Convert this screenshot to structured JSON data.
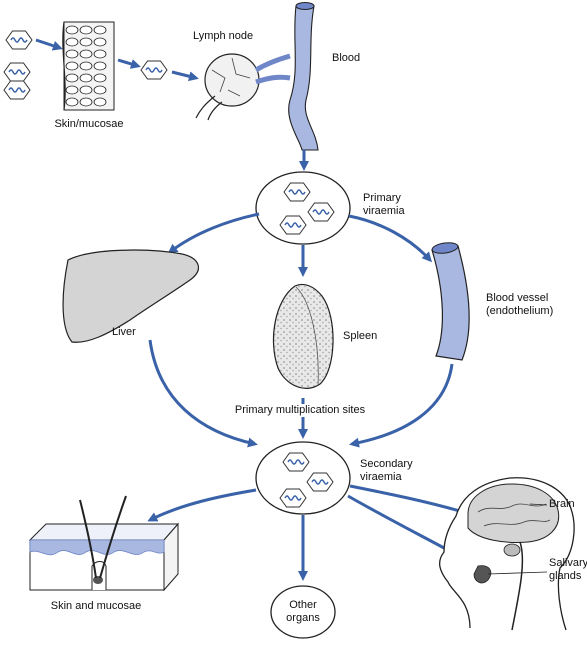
{
  "labels": {
    "skin_mucosae_top": "Skin/mucosae",
    "lymph_node": "Lymph node",
    "blood": "Blood",
    "primary_viraemia_line1": "Primary",
    "primary_viraemia_line2": "viraemia",
    "liver": "Liver",
    "spleen": "Spleen",
    "blood_vessel_line1": "Blood vessel",
    "blood_vessel_line2": "(endothelium)",
    "primary_multiplication_sites": "Primary multiplication sites",
    "secondary_viraemia_line1": "Secondary",
    "secondary_viraemia_line2": "viraemia",
    "brain": "Brain",
    "salivary_line1": "Salivary",
    "salivary_line2": "glands",
    "skin_and_mucosae": "Skin and mucosae",
    "other_organs_line1": "Other",
    "other_organs_line2": "organs"
  },
  "colors": {
    "arrow": "#3a62a8",
    "vessel": "#a9b8e0",
    "vessel_dark": "#6f86c8",
    "virus_outline": "#333333",
    "virus_wave": "#3a62a8",
    "organ_grey": "#d4d4d4"
  }
}
